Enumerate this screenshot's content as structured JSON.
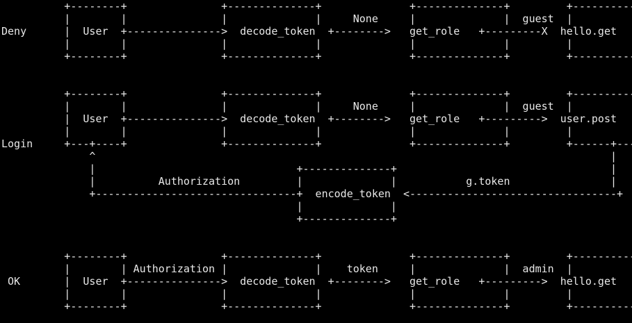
{
  "diagram_lines": [
    "          +--------+               +--------------+              +--------------+         +--------------+",
    "          |        |               |              |     None     |              |  guest  |              |",
    "Deny      |  User  +--------------->  decode_token  +-------->   get_role   +---------X  hello.get  |",
    "          |        |               |              |              |              |         |              |",
    "          +--------+               +--------------+              +--------------+         +--------------+",
    "",
    "",
    "          +--------+               +--------------+              +--------------+         +--------------+",
    "          |        |               |              |     None     |              |  guest  |              |",
    "          |  User  +--------------->  decode_token  +-------->   get_role   +--------->  user.post  |",
    "          |        |               |              |              |              |         |              |",
    "Login     +---+----+               +--------------+              +--------------+         +------+-------+",
    "              ^                                                                                  |",
    "              |                                +--------------+                                  |",
    "              |          Authorization         |              |           g.token                |",
    "              +--------------------------------+  encode_token  <---------------------------------+",
    "                                               |              |",
    "                                               +--------------+",
    "",
    "",
    "          +--------+               +--------------+              +--------------+         +--------------+",
    "          |        | Authorization |              |    token     |              |  admin  |              |",
    " OK       |  User  +--------------->  decode_token  +-------->   get_role   +--------->  hello.get  |",
    "          |        |               |              |              |              |         |              |",
    "          +--------+               +--------------+              +--------------+         +--------------+"
  ],
  "flows": [
    {
      "name": "Deny",
      "nodes": [
        "User",
        "decode_token",
        "get_role",
        "hello.get"
      ],
      "edges": [
        {
          "from": "User",
          "to": "decode_token",
          "label": ""
        },
        {
          "from": "decode_token",
          "to": "get_role",
          "label": "None"
        },
        {
          "from": "get_role",
          "to": "hello.get",
          "label": "guest",
          "blocked": true
        }
      ]
    },
    {
      "name": "Login",
      "nodes": [
        "User",
        "decode_token",
        "get_role",
        "user.post",
        "encode_token"
      ],
      "edges": [
        {
          "from": "User",
          "to": "decode_token",
          "label": ""
        },
        {
          "from": "decode_token",
          "to": "get_role",
          "label": "None"
        },
        {
          "from": "get_role",
          "to": "user.post",
          "label": "guest"
        },
        {
          "from": "user.post",
          "to": "encode_token",
          "label": "g.token"
        },
        {
          "from": "encode_token",
          "to": "User",
          "label": "Authorization"
        }
      ]
    },
    {
      "name": "OK",
      "nodes": [
        "User",
        "decode_token",
        "get_role",
        "hello.get"
      ],
      "edges": [
        {
          "from": "User",
          "to": "decode_token",
          "label": "Authorization"
        },
        {
          "from": "decode_token",
          "to": "get_role",
          "label": "token"
        },
        {
          "from": "get_role",
          "to": "hello.get",
          "label": "admin"
        }
      ]
    }
  ]
}
